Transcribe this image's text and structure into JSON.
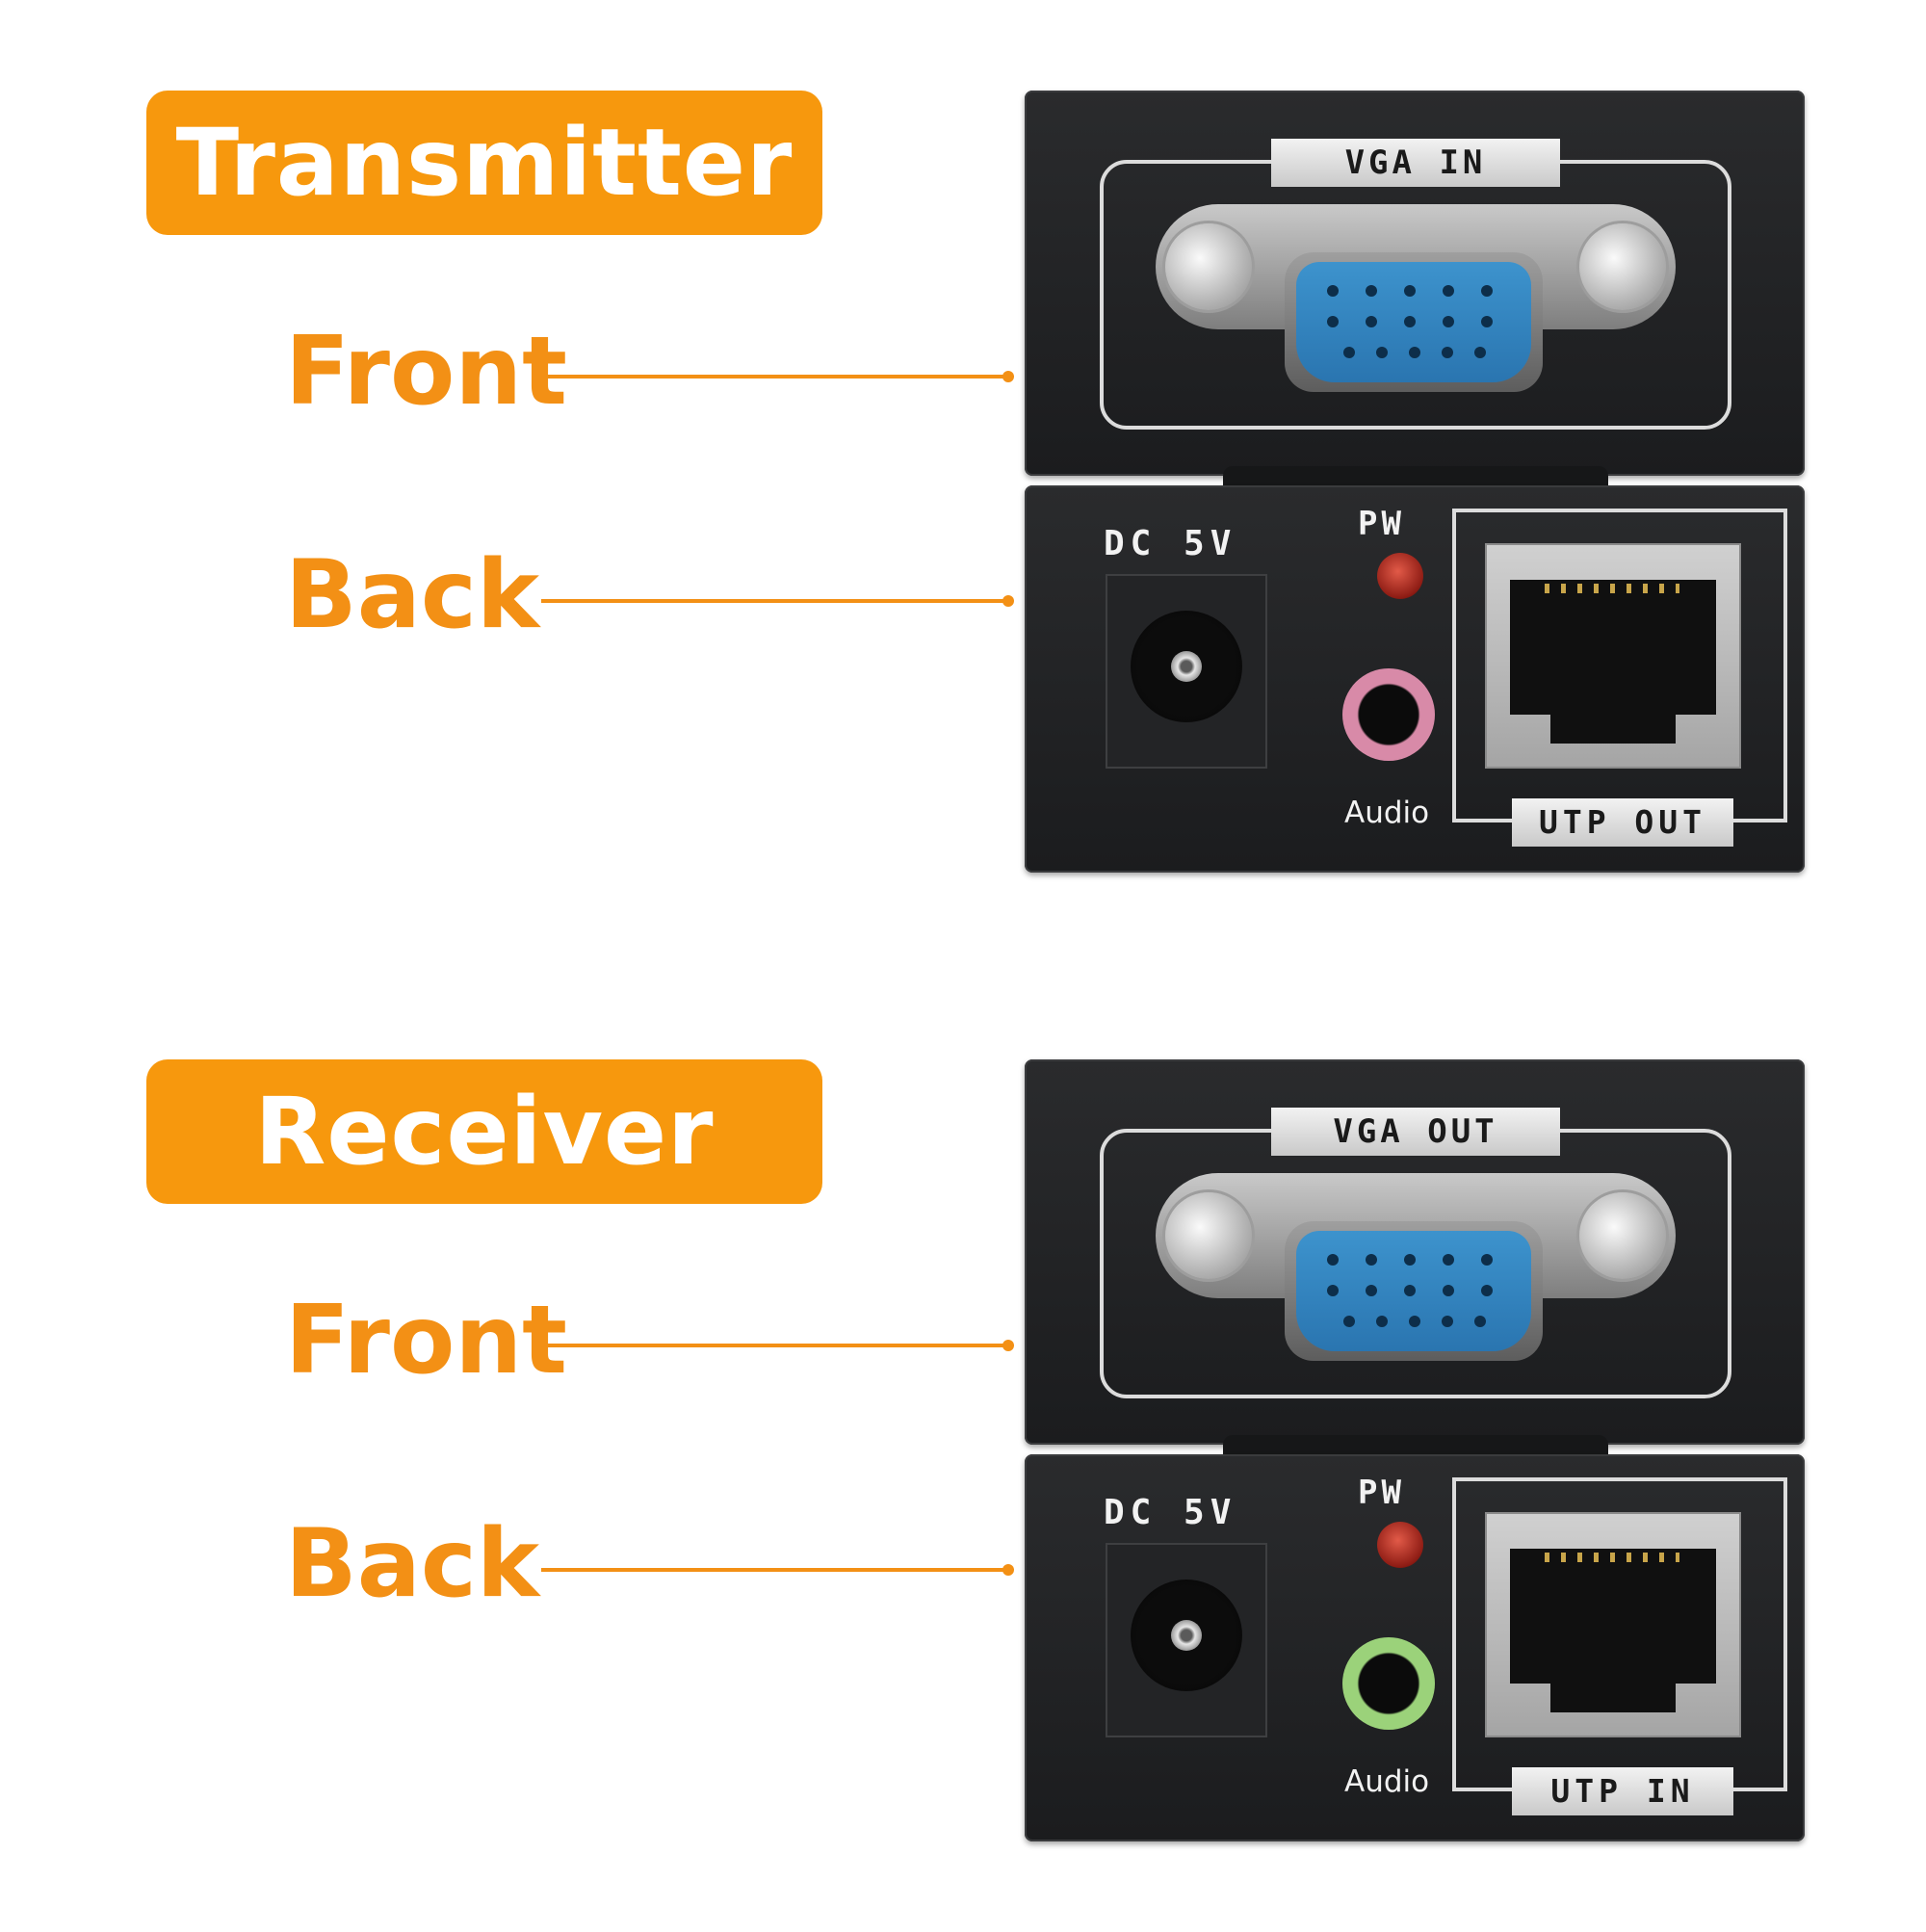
{
  "units": [
    {
      "title": "Transmitter",
      "front_label": "Front",
      "back_label": "Back",
      "vga_label": "VGA IN",
      "dc_label": "DC 5V",
      "pw_label": "PW",
      "audio_label": "Audio",
      "utp_label": "UTP OUT",
      "audio_ring_color": "#d88aa8"
    },
    {
      "title": "Receiver",
      "front_label": "Front",
      "back_label": "Back",
      "vga_label": "VGA OUT",
      "dc_label": "DC 5V",
      "pw_label": "PW",
      "audio_label": "Audio",
      "utp_label": "UTP IN",
      "audio_ring_color": "#9bd27a"
    }
  ],
  "colors": {
    "accent": "#f7980d",
    "device_body": "#1f2022",
    "vga_blue": "#3a8fca"
  }
}
